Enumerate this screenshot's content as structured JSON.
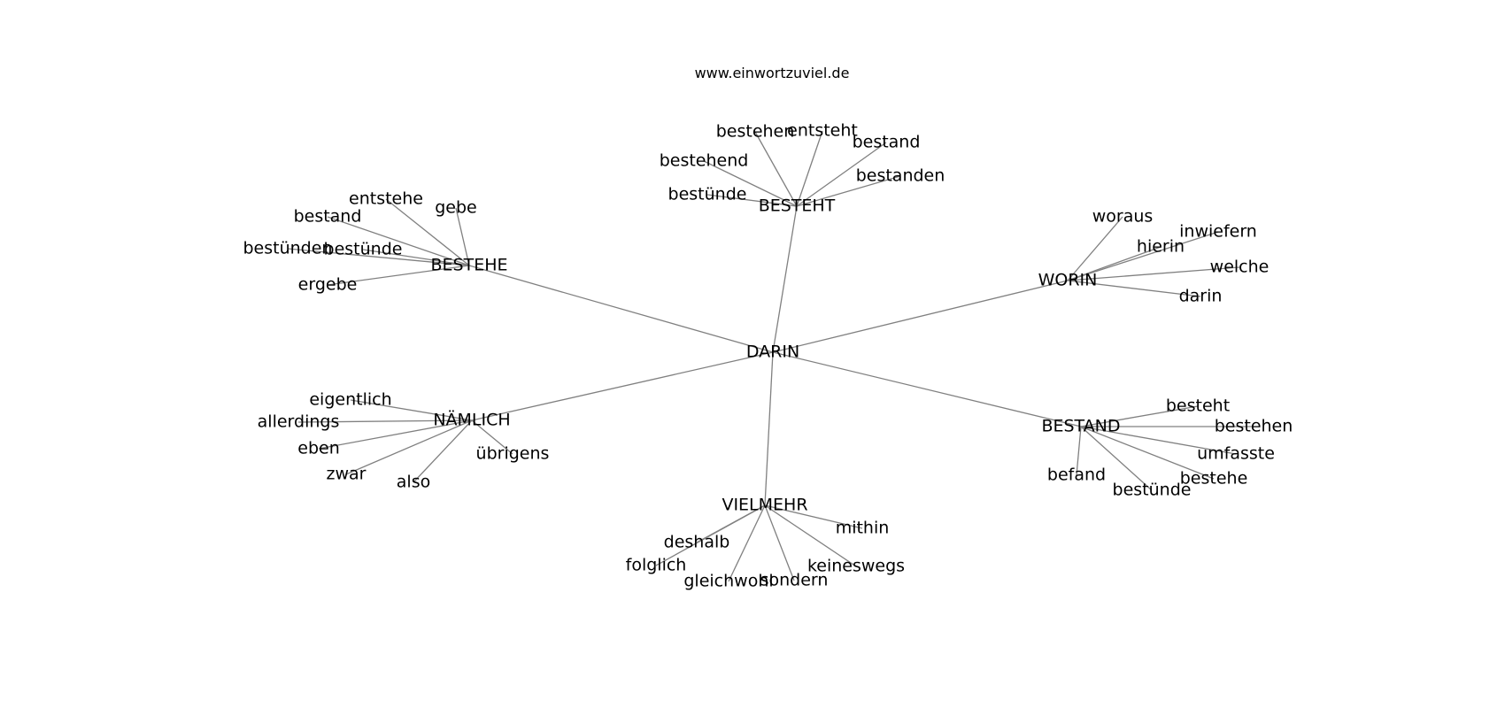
{
  "watermark": "www.einwortzuviel.de",
  "colors": {
    "edge": "#808080",
    "text": "#000000",
    "background": "#ffffff"
  },
  "graph": {
    "center": "DARIN",
    "clusters": [
      {
        "hub": "BESTEHT",
        "leaves": [
          "bestehen",
          "entsteht",
          "bestand",
          "bestehend",
          "bestanden",
          "bestünde"
        ]
      },
      {
        "hub": "BESTEHE",
        "leaves": [
          "entstehe",
          "gebe",
          "bestand",
          "bestünden",
          "bestünde",
          "ergebe"
        ]
      },
      {
        "hub": "WORIN",
        "leaves": [
          "woraus",
          "inwiefern",
          "hierin",
          "welche",
          "darin"
        ]
      },
      {
        "hub": "NÄMLICH",
        "leaves": [
          "eigentlich",
          "allerdings",
          "eben",
          "zwar",
          "also",
          "übrigens"
        ]
      },
      {
        "hub": "BESTAND",
        "leaves": [
          "besteht",
          "bestehen",
          "umfasste",
          "bestehe",
          "bestünde",
          "befand"
        ]
      },
      {
        "hub": "VIELMEHR",
        "leaves": [
          "mithin",
          "deshalb",
          "folglich",
          "keineswegs",
          "gleichwohl",
          "sondern"
        ]
      }
    ]
  }
}
